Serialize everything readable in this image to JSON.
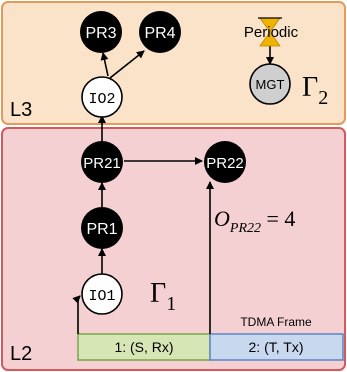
{
  "layers": {
    "l3": {
      "label": "L3",
      "fill": "#fbe3c9",
      "stroke": "#e39a5a"
    },
    "l2": {
      "label": "L2",
      "fill": "#f4d0d3",
      "stroke": "#d15a5f"
    }
  },
  "nodes": {
    "pr3": {
      "label": "PR3",
      "style": "filled"
    },
    "pr4": {
      "label": "PR4",
      "style": "filled"
    },
    "io2": {
      "label": "IO2",
      "style": "outline"
    },
    "mgt": {
      "label": "MGT",
      "style": "grey"
    },
    "pr21": {
      "label": "PR21",
      "style": "filled"
    },
    "pr22": {
      "label": "PR22",
      "style": "filled"
    },
    "pr1": {
      "label": "PR1",
      "style": "filled"
    },
    "io1": {
      "label": "IO1",
      "style": "outline"
    }
  },
  "periodic": {
    "label": "Periodic",
    "icon": "hourglass-icon",
    "color": "#f0b400"
  },
  "gamma_labels": {
    "gamma2": {
      "symbol": "Γ",
      "sub": "2"
    },
    "gamma1": {
      "symbol": "Γ",
      "sub": "1"
    }
  },
  "offset": {
    "var": "O",
    "sub": "PR22",
    "eq": " = 4"
  },
  "tdma": {
    "title": "TDMA Frame",
    "slots": [
      {
        "label": "1: (S, Rx)",
        "fill": "#d6e6b5",
        "stroke": "#7aa54a"
      },
      {
        "label": "2: (T, Tx)",
        "fill": "#c8d8ee",
        "stroke": "#5b86c5"
      }
    ]
  },
  "colors": {
    "node_fill": "#000000",
    "node_text": "#ffffff",
    "edge": "#000000"
  }
}
